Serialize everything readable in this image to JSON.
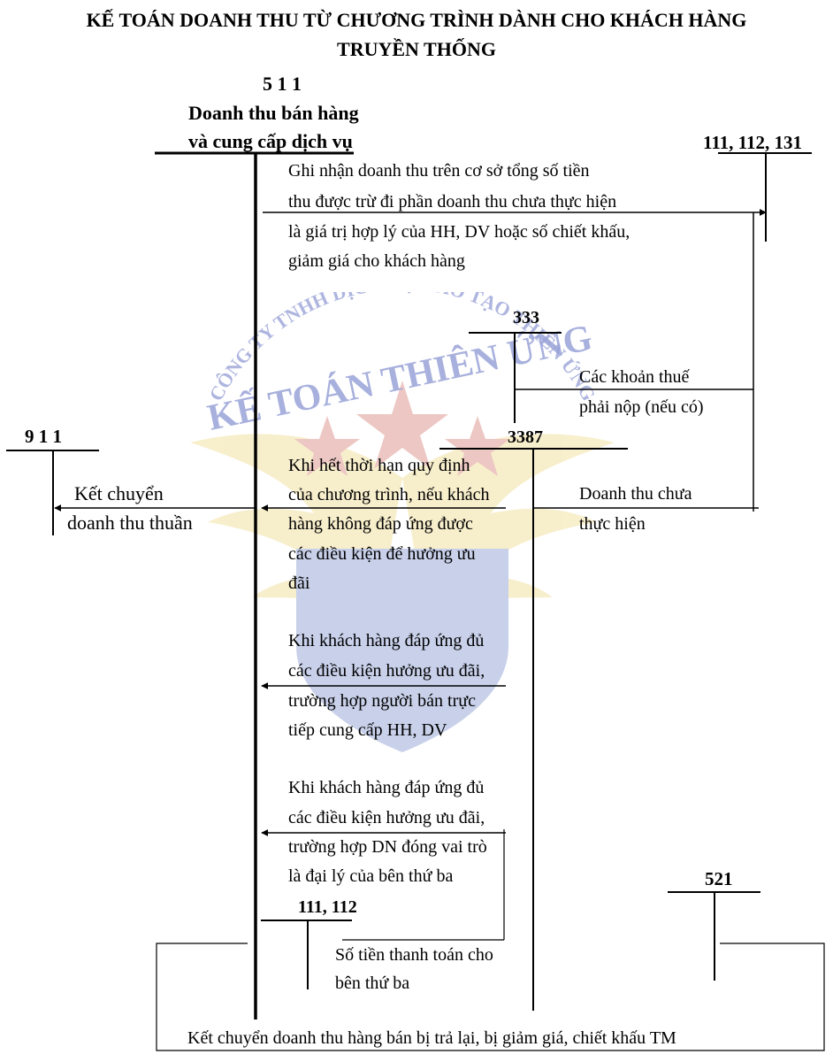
{
  "title": {
    "line1": "KẾ TOÁN DOANH THU TỪ CHƯƠNG TRÌNH DÀNH CHO KHÁCH HÀNG",
    "line2": "TRUYỀN THỐNG"
  },
  "accounts": {
    "acc511": {
      "code": "5 1 1",
      "name_line1": "Doanh thu bán hàng",
      "name_line2": "và cung cấp dịch vụ"
    },
    "acc111": {
      "code": "111, 112, 131"
    },
    "acc333": {
      "code": "333"
    },
    "acc3387": {
      "code": "3387"
    },
    "acc911": {
      "code": "9 1 1"
    },
    "acc521": {
      "code": "521"
    },
    "acc111b": {
      "code": "111, 112"
    }
  },
  "entries": {
    "revenue_recognition": [
      "Ghi nhận doanh thu trên cơ sở tổng số tiền",
      "thu được trừ đi phần doanh thu chưa thực hiện",
      "là giá trị hợp lý của HH, DV hoặc số chiết khấu,",
      "giảm giá cho khách hàng"
    ],
    "taxes": [
      "Các khoản thuế",
      "phải nộp (nếu có)"
    ],
    "unearned": [
      "Doanh thu chưa",
      "thực hiện"
    ],
    "transfer_net": [
      "Kết chuyển",
      "doanh thu thuần"
    ],
    "expiry": [
      "Khi hết thời hạn quy định",
      "của chương trình, nếu khách",
      "hàng không đáp ứng được",
      "các điều kiện để hưởng ưu",
      "đãi"
    ],
    "direct_supply": [
      "Khi khách hàng đáp ứng đủ",
      "các điều kiện hưởng ưu đãi,",
      "trường hợp người bán trực",
      "tiếp cung cấp HH, DV"
    ],
    "agent": [
      "Khi khách hàng đáp ứng đủ",
      "các điều kiện hưởng ưu đãi,",
      "trường hợp DN đóng vai trò",
      "là đại lý của bên thứ ba"
    ],
    "third_party_payment": [
      "Số tiền thanh toán cho",
      "bên thứ ba"
    ],
    "returns": "Kết chuyển doanh thu hàng bán bị trả lại, bị giảm giá, chiết khấu TM"
  },
  "watermark": {
    "arc_text": "CÔNG TY TNHH DỊCH VỤ ĐÀO TẠO THIÊN ỨNG",
    "brand": "KẾ TOÁN THIÊN ỨNG"
  },
  "colors": {
    "watermark_text": "#9aa3d8",
    "star": "#c0392b",
    "shield": "#3d5bb5",
    "wing": "#e6c64a"
  }
}
